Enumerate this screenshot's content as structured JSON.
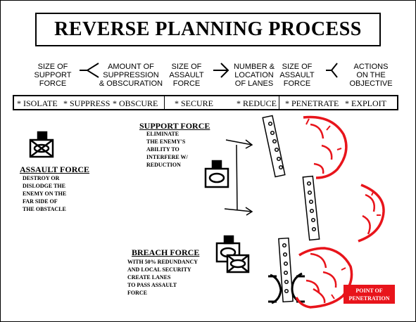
{
  "title": "REVERSE PLANNING PROCESS",
  "steps": [
    {
      "line1": "SIZE OF",
      "line2": "SUPPORT",
      "line3": "FORCE"
    },
    {
      "line1": "AMOUNT OF",
      "line2": "SUPPRESSION",
      "line3": "& OBSCURATION"
    },
    {
      "line1": "SIZE OF",
      "line2": "ASSAULT",
      "line3": "FORCE"
    },
    {
      "line1": "NUMBER &",
      "line2": "LOCATION",
      "line3": "OF LANES"
    },
    {
      "line1": "SIZE OF",
      "line2": "ASSAULT",
      "line3": "FORCE"
    },
    {
      "line1": "ACTIONS",
      "line2": "ON THE",
      "line3": "OBJECTIVE"
    }
  ],
  "phases": {
    "isolate": "* ISOLATE",
    "suppress": "* SUPPRESS",
    "obscure": "* OBSCURE",
    "secure": "* SECURE",
    "reduce": "* REDUCE",
    "penetrate": "* PENETRATE",
    "exploit": "* EXPLOIT"
  },
  "assault_force": {
    "title": "ASSAULT FORCE",
    "desc": "DESTROY OR\nDISLODGE THE\nENEMY ON THE\nFAR SIDE OF\nTHE OBSTACLE"
  },
  "support_force": {
    "title": "SUPPORT FORCE",
    "desc": "ELIMINATE\nTHE ENEMY'S\nABILITY TO\nINTERFERE W/\nREDUCTION"
  },
  "breach_force": {
    "title": "BREACH FORCE",
    "desc": "WITH 50% REDUNDANCY\nAND LOCAL SECURITY\nCREATE LANES\nTO PASS ASSAULT\nFORCE"
  },
  "point_of_penetration": {
    "line1": "POINT OF",
    "line2": "PENETRATION"
  },
  "colors": {
    "enemy": "#e8141b",
    "ink": "#000000",
    "background": "#ffffff"
  }
}
